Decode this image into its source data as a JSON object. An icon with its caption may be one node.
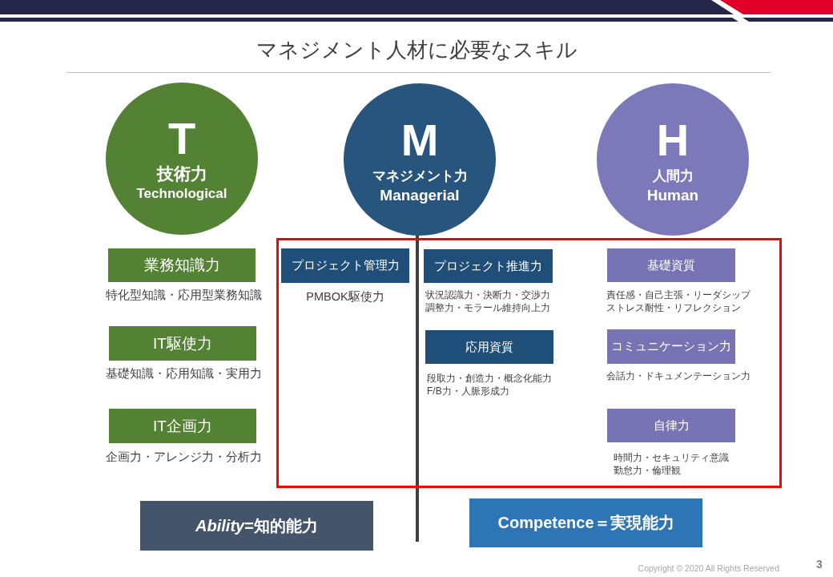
{
  "diagram": {
    "title": "マネジメント人材に必要なスキル",
    "nodes": [
      {
        "text": [
          "T",
          "技術力",
          "Technological"
        ]
      },
      {
        "text": [
          "M",
          "マネジメント力",
          "Managerial"
        ]
      },
      {
        "text": [
          "H",
          "人間力",
          "Human"
        ]
      },
      {
        "text": [
          "業務知識力"
        ],
        "beside": [
          "特化型知識・応用型業務知識"
        ]
      },
      {
        "text": [
          "IT駆使力"
        ],
        "beside": [
          "基礎知識・応用知識・実用力"
        ]
      },
      {
        "text": [
          "IT企画力"
        ],
        "beside": [
          "企画力・アレンジ力・分析力"
        ]
      },
      {
        "text": [],
        "shape": "box"
      },
      {
        "text": [
          "プロジェクト管理力"
        ],
        "beside": [
          "PMBOK駆使力"
        ],
        "in": 6
      },
      {
        "text": [
          "プロジェクト推進力"
        ],
        "beside": [
          "状況認識力・決断力・交渉力",
          "調整力・モラール維持向上力"
        ],
        "in": 6
      },
      {
        "text": [
          "応用資質"
        ],
        "beside": [
          "段取力・創造力・概念化能力",
          "F/B力・人脈形成力"
        ],
        "in": 6
      },
      {
        "text": [
          "基礎資質"
        ],
        "beside": [
          "責任感・自己主張・リーダシップ",
          "ストレス耐性・リフレクション"
        ],
        "in": 6
      },
      {
        "text": [
          "コミュニケーション力"
        ],
        "beside": [
          "会話力・ドキュメンテーション力"
        ],
        "in": 6
      },
      {
        "text": [
          "自律力"
        ],
        "beside": [
          "時間力・セキュリティ意識",
          "勤怠力・倫理観"
        ],
        "in": 6
      },
      {
        "text": [
          "*Ability*=知的能力"
        ]
      },
      {
        "text": [
          "Competence＝実現能力"
        ]
      }
    ],
    "labels": [
      "Copyright © 2020 All Rights Reserved",
      "3"
    ]
  }
}
